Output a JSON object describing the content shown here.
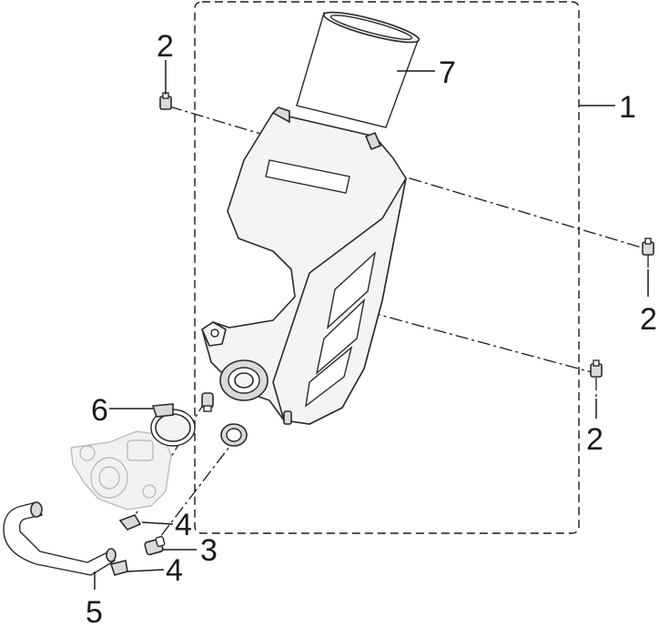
{
  "callouts": {
    "c1": "1",
    "c2a": "2",
    "c2b": "2",
    "c2c": "2",
    "c3": "3",
    "c4a": "4",
    "c4b": "4",
    "c5": "5",
    "c6": "6",
    "c7": "7"
  }
}
